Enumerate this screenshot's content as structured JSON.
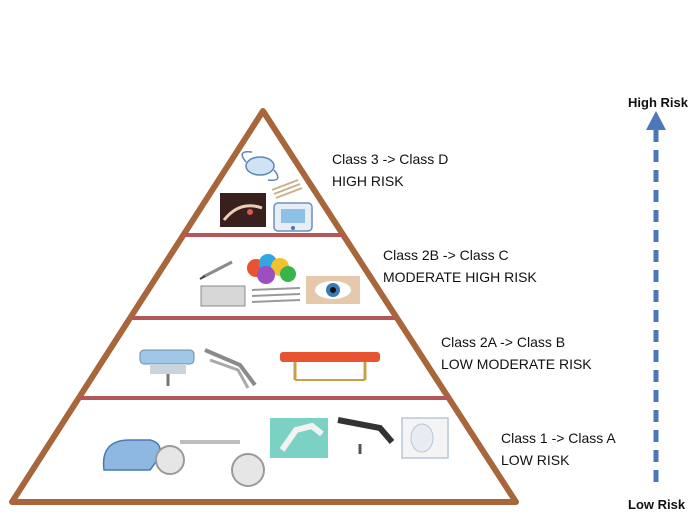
{
  "levels": [
    {
      "class_line": "Class 3 -> Class D",
      "risk_line": "HIGH RISK"
    },
    {
      "class_line": "Class 2B -> Class C",
      "risk_line": "MODERATE HIGH RISK"
    },
    {
      "class_line": "Class 2A -> Class B",
      "risk_line": "LOW MODERATE RISK"
    },
    {
      "class_line": "Class 1 -> Class A",
      "risk_line": "LOW RISK"
    }
  ],
  "axis": {
    "top_label": "High Risk",
    "bottom_label": "Low Risk"
  },
  "colors": {
    "pyramid_outline": "#a8673a",
    "divider": "#b5575a",
    "arrow": "#4a78b8",
    "text": "#111111"
  }
}
